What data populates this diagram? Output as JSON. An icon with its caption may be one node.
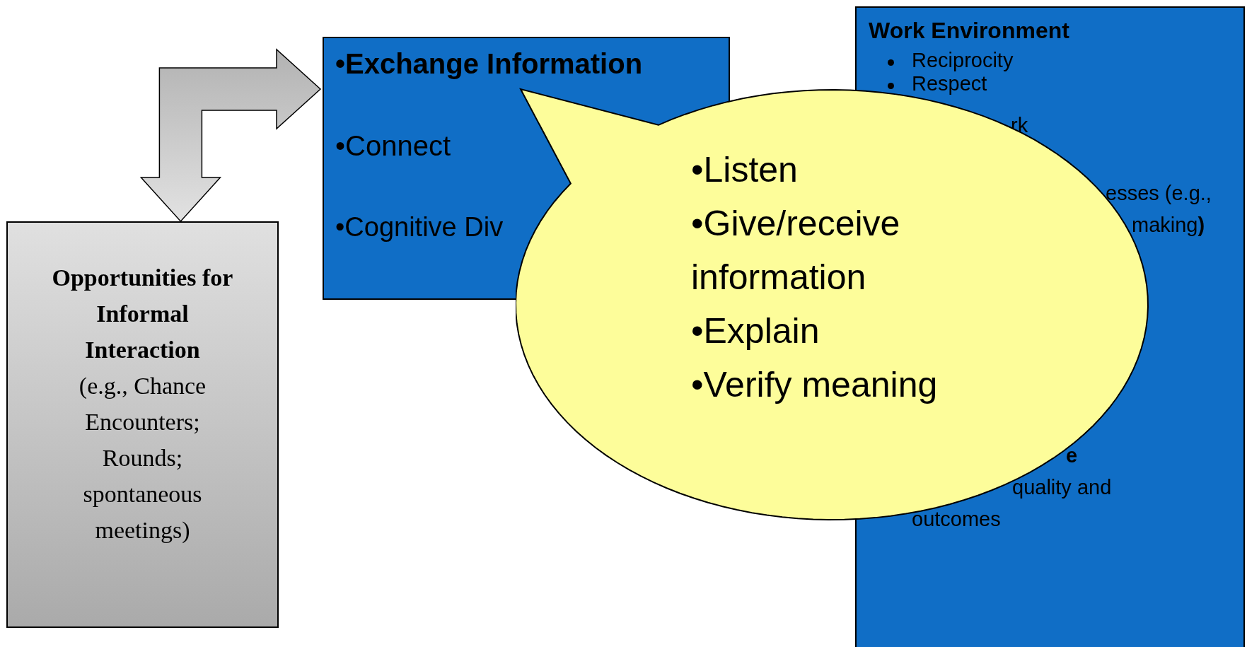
{
  "diagram": {
    "nodes": [
      {
        "text": [
          "•Exchange Information",
          "•Connect",
          "•Cognitive Div"
        ]
      },
      {
        "text": [
          "Work Environment",
          "Reciprocity",
          "Respect",
          "rk",
          "esses (e.g.,",
          "making**)**",
          "e",
          "quality and",
          "outcomes"
        ]
      },
      {
        "text": [
          "•Listen",
          "•Give/receive information",
          "•Explain",
          "•Verify meaning"
        ]
      },
      {
        "text": [
          "Opportunities for Informal Interaction",
          "(e.g., Chance Encounters; Rounds; spontaneous meetings)"
        ]
      }
    ],
    "edges": [
      {
        "from": 3,
        "to": 0,
        "arrow": "both"
      }
    ]
  }
}
